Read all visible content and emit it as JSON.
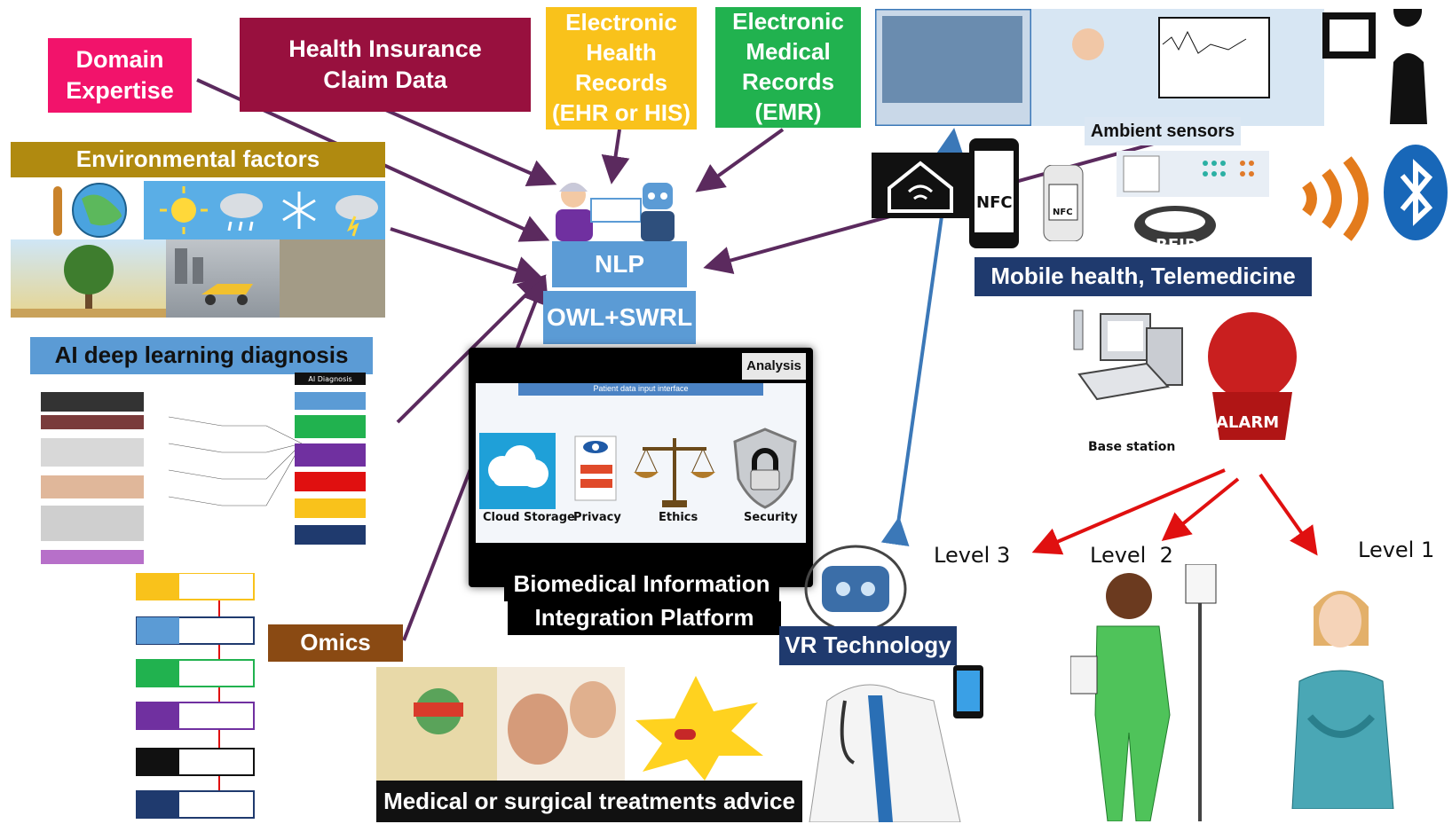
{
  "sources": {
    "domain_expertise": "Domain Expertise",
    "health_insurance": "Health Insurance Claim Data",
    "ehr": "Electronic Health Records (EHR or HIS)",
    "emr": "Electronic Medical Records (EMR)",
    "environmental": "Environmental factors",
    "ai_deep_learning": "AI deep learning diagnosis",
    "omics": "Omics"
  },
  "core": {
    "nlp": "NLP",
    "owl_swrl": "OWL+SWRL",
    "analysis": "Analysis",
    "panel_header": "Patient data input interface",
    "platform_line1": "Biomedical Information",
    "platform_line2": "Integration Platform",
    "modules": [
      "Cloud Storage",
      "Privacy",
      "Ethics",
      "Security"
    ]
  },
  "right": {
    "ambient_sensors": "Ambient sensors",
    "nfc": "NFC",
    "nfc_small": "NFC",
    "rfid": "RFID",
    "mobile_health": "Mobile health, Telemedicine",
    "base_station": "Base station",
    "alarm": "ALARM",
    "levels": [
      "Level 3",
      "Level  2",
      "Level 1"
    ]
  },
  "bottom": {
    "vr": "VR Technology",
    "treatment": "Medical or surgical treatments advice"
  },
  "ai_panel": {
    "header": "AI Diagnosis"
  },
  "colors": {
    "domain_expertise": "#f2136b",
    "health_insurance": "#98103e",
    "ehr": "#f9c21b",
    "emr": "#21b24f",
    "environmental": "#b08a10",
    "ai_deep_learning": "#5b9bd5",
    "omics": "#8a4a13",
    "nlp": "#5b9bd5",
    "mobile_health": "#1f3a6e",
    "vr": "#1f3a6e",
    "arrow_purple": "#5b2a5e",
    "arrow_blue": "#3b78b8",
    "arrow_red": "#e01010"
  }
}
